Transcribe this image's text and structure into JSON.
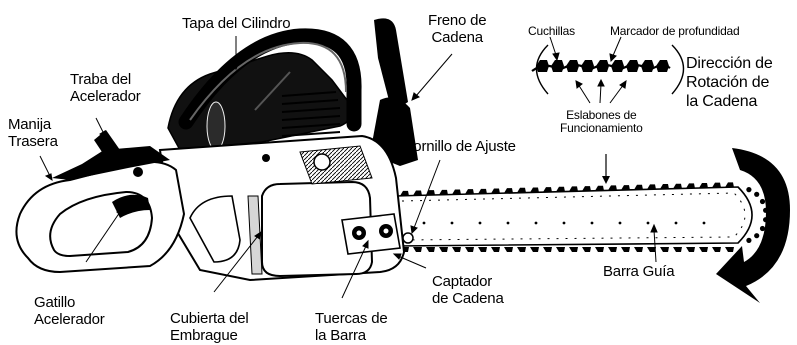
{
  "labels": {
    "tapa_cilindro": "Tapa del Cilindro",
    "freno_cadena": [
      "Freno de",
      "Cadena"
    ],
    "traba_acelerador": [
      "Traba del",
      "Acelerador"
    ],
    "manija_trasera": [
      "Manija",
      "Trasera"
    ],
    "tornillo_ajuste": "Tornillo de Ajuste",
    "gatillo_acelerador": [
      "Gatillo",
      "Acelerador"
    ],
    "cubierta_embrague": [
      "Cubierta del",
      "Embrague"
    ],
    "tuercas_barra": [
      "Tuercas de",
      "la Barra"
    ],
    "captador_cadena": [
      "Captador",
      "de Cadena"
    ],
    "barra_guia": "Barra Guía",
    "direccion_rotacion": [
      "Dirección de",
      "Rotación de",
      "la Cadena"
    ],
    "cuchillas": "Cuchillas",
    "marcador_profundidad": "Marcador de profundidad",
    "eslabones_funcionamiento": [
      "Eslabones de",
      "Funcionamiento"
    ]
  },
  "colors": {
    "ink": "#000000",
    "housing_dark": "#1a1a1a",
    "housing_light": "#ffffff",
    "shade": "#cfcfcf"
  }
}
